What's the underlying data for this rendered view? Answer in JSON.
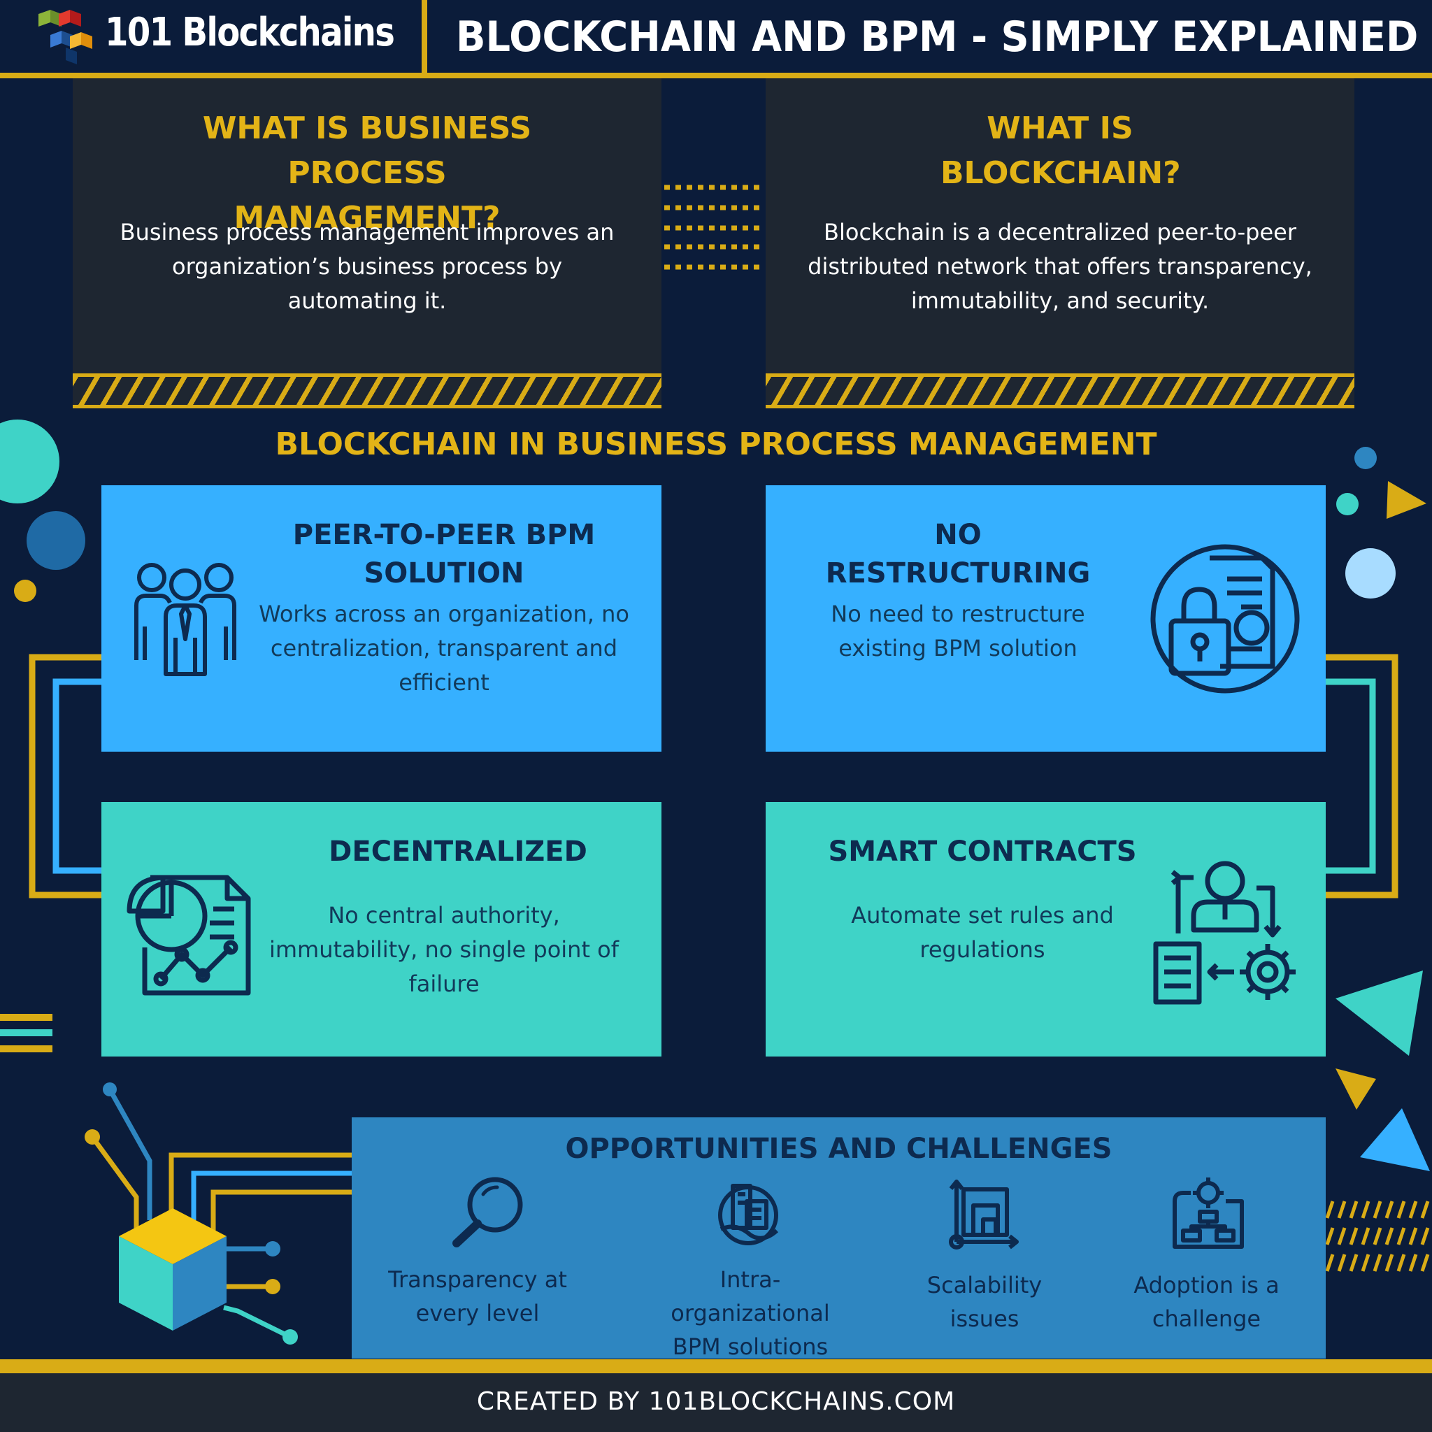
{
  "header": {
    "logo_text": "101 Blockchains",
    "title": "BLOCKCHAIN AND BPM - SIMPLY EXPLAINED"
  },
  "definitions": [
    {
      "title": "WHAT IS BUSINESS PROCESS MANAGEMENT?",
      "text": "Business process management improves an organization’s business process by automating it."
    },
    {
      "title": "WHAT IS BLOCKCHAIN?",
      "text": "Blockchain is a decentralized peer-to-peer distributed network that offers transparency, immutability, and security."
    }
  ],
  "section_title": "BLOCKCHAIN IN BUSINESS PROCESS MANAGEMENT",
  "cards": [
    {
      "title": "PEER-TO-PEER BPM SOLUTION",
      "text": "Works across an organization, no centralization, transparent and efficient",
      "icon": "team-icon"
    },
    {
      "title": "NO RESTRUCTURING",
      "text": "No need to restructure existing BPM solution",
      "icon": "secure-document-icon"
    },
    {
      "title": "DECENTRALIZED",
      "text": "No central authority, immutability, no single point of failure",
      "icon": "report-chart-icon"
    },
    {
      "title": "SMART CONTRACTS",
      "text": "Automate set rules and regulations",
      "icon": "automation-gear-icon"
    }
  ],
  "opportunities": {
    "title": "OPPORTUNITIES AND CHALLENGES",
    "items": [
      {
        "label": "Transparency at every level",
        "icon": "magnifier-icon"
      },
      {
        "label": "Intra-organizational BPM solutions",
        "icon": "buildings-icon"
      },
      {
        "label": "Scalability issues",
        "icon": "scaling-icon"
      },
      {
        "label": "Adoption is a challenge",
        "icon": "blueprint-gear-icon"
      }
    ]
  },
  "footer": {
    "text": "CREATED BY 101BLOCKCHAINS.COM"
  },
  "colors": {
    "background": "#0b1c3a",
    "gold": "#d9ac16",
    "title_gold": "#e3b417",
    "dark_panel": "#1e2631",
    "blue": "#36b0ff",
    "teal": "#3fd3c7",
    "steel_blue": "#2e86c1",
    "navy_text": "#0d2a4f"
  }
}
